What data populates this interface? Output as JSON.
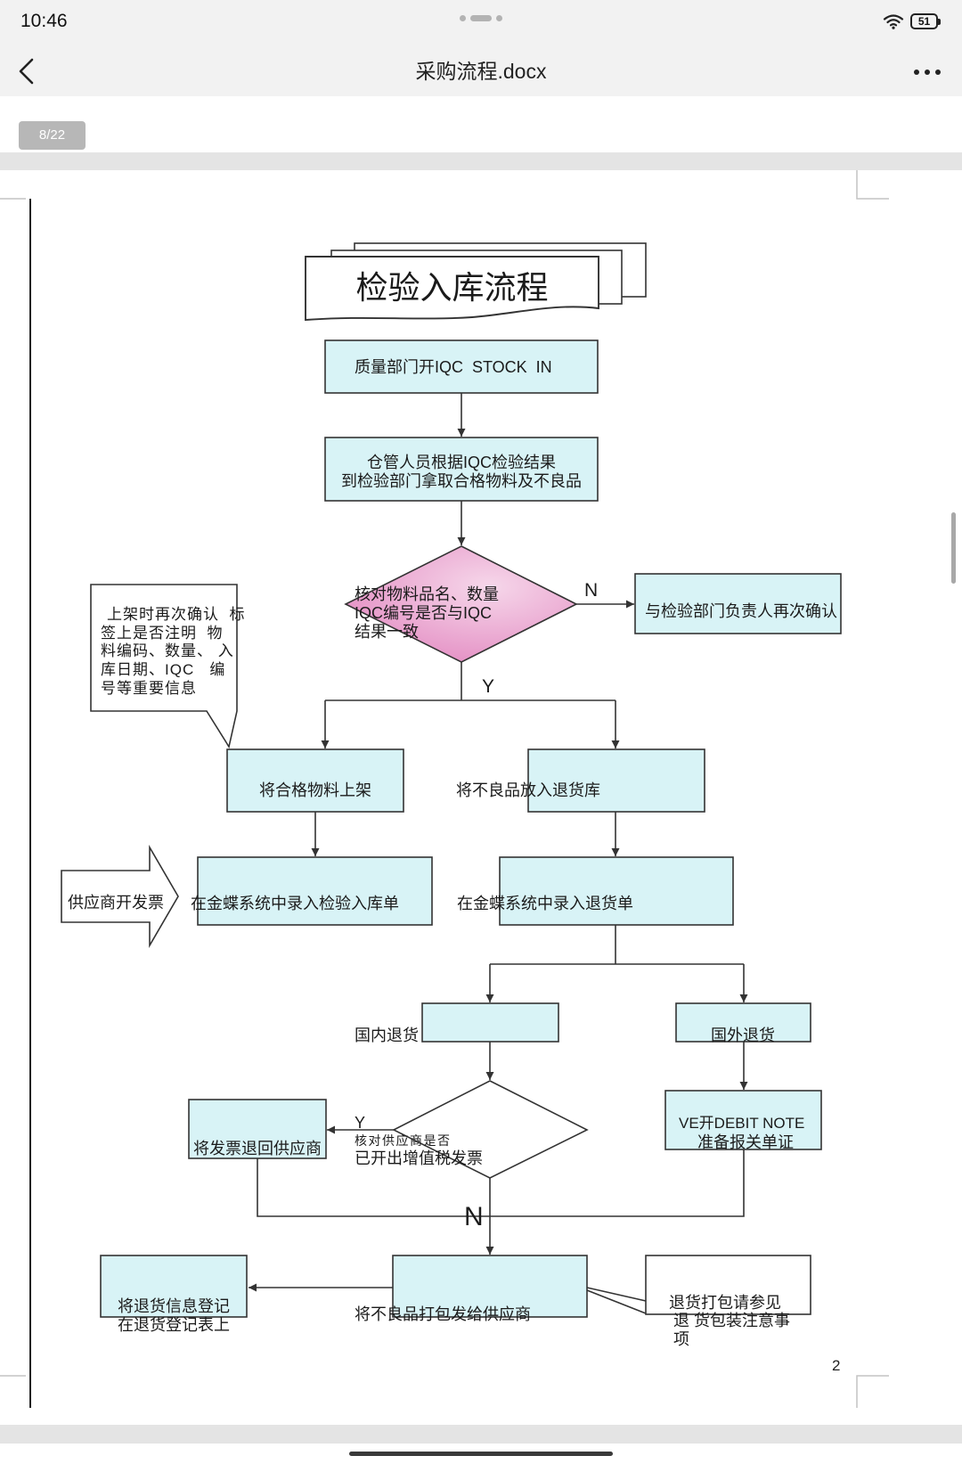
{
  "status_bar": {
    "time": "10:46",
    "battery": "51"
  },
  "nav": {
    "title": "采购流程.docx"
  },
  "page": {
    "indicator": "8/22",
    "number": "2"
  },
  "flowchart": {
    "title": "检验入库流程",
    "step_iqc": "质量部门开IQC  STOCK  IN",
    "step_collect": [
      "仓管人员根据IQC检验结果",
      "到检验部门拿取合格物料及不良品"
    ],
    "decision_check": [
      "核对物料品名、数量",
      "IQC编号是否与IQC",
      "结果一致"
    ],
    "label_n1": "N",
    "step_reconfirm": "与检验部门负责人再次确认",
    "note_shelf": [
      "上架时再次确认  标",
      "签上是否注明  物",
      "料编码、数量、 入",
      "库日期、IQC   编",
      "号等重要信息"
    ],
    "label_y1": "Y",
    "step_shelve": "将合格物料上架",
    "step_return_store": "将不良品放入退货库",
    "step_kingdee_in": "在金蝶系统中录入检验入库单",
    "step_kingdee_return": "在金蝶系统中录入退货单",
    "supplier_invoice": "供应商开发票",
    "branch_domestic": "国内退货",
    "branch_overseas": "国外退货",
    "decision_invoice": [
      "核对供应商是否",
      "已开出增值税发票"
    ],
    "label_y2": "Y",
    "step_return_invoice": "将发票退回供应商",
    "step_debit_note": [
      "VE开DEBIT NOTE",
      "准备报关单证"
    ],
    "label_n2": "N",
    "step_pack": "将不良品打包发给供应商",
    "step_register": [
      "将退货信息登记",
      "在退货登记表上"
    ],
    "note_packing": [
      "退货打包请参见",
      "退 货包装注意事",
      "项"
    ]
  },
  "icons": {
    "back": "chevron-left-icon",
    "more": "more-horizontal-icon",
    "wifi": "wifi-icon",
    "battery": "battery-icon",
    "multitask": "multitasking-dots-icon"
  },
  "colors": {
    "box_fill": "#d8f3f6",
    "decision_fill_inner": "#f6d7ea",
    "decision_fill_outer": "#e48fc4",
    "line": "#333333",
    "chrome_bg": "#f2f2f2"
  }
}
